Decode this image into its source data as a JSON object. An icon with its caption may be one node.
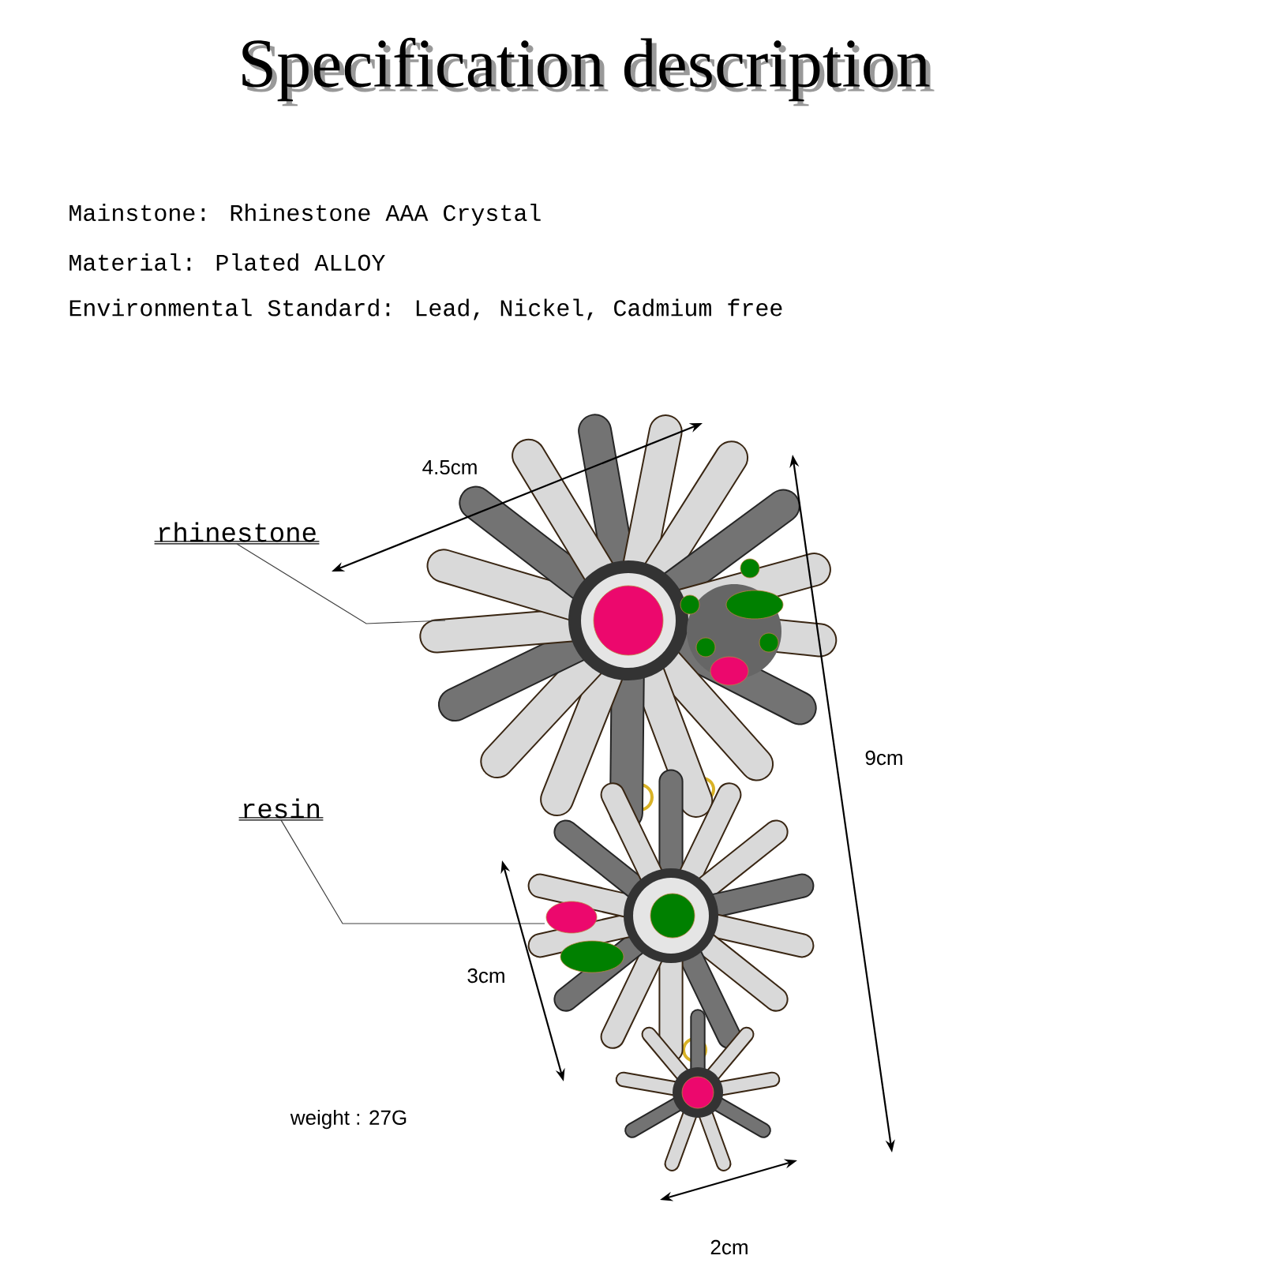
{
  "diagram": {
    "title": "Specification description",
    "nodes": [
      {
        "text": [
          "rhinestone"
        ]
      },
      {
        "text": [
          "resin"
        ]
      }
    ],
    "edges": [
      {
        "from": 0,
        "to": null,
        "arrow": "none"
      },
      {
        "from": 1,
        "to": null,
        "arrow": "none"
      }
    ],
    "labels": [
      "Mainstone: Rhinestone  AAA Crystal",
      "Material: Plated ALLOY",
      "Environmental Standard: Lead, Nickel, Cadmium free",
      "4.5cm",
      "9cm",
      "3cm",
      "2cm",
      "weight : 27G"
    ]
  }
}
